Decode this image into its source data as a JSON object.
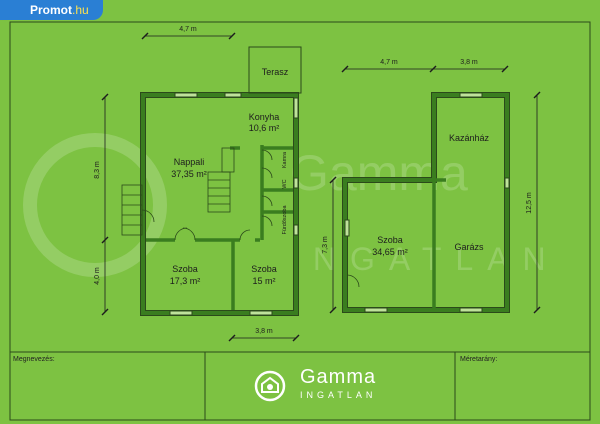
{
  "badge": {
    "main": "Promot",
    "suffix": ".hu"
  },
  "dimensions": {
    "top_left": "4,7 m",
    "top_right_a": "4,7 m",
    "top_right_b": "3,8 m",
    "left_upper": "8,3 m",
    "left_lower": "4,0 m",
    "bottom_center": "3,8 m",
    "right_mid": "7,3 m",
    "right_far": "12,5 m"
  },
  "rooms": {
    "terasz": "Terasz",
    "konyha": "Konyha",
    "konyha_area": "10,6 m²",
    "nappali": "Nappali",
    "nappali_area": "37,35 m²",
    "kamra": "Kamra",
    "wc": "WC",
    "furdoszoba": "Fürdőszoba",
    "szoba1": "Szoba",
    "szoba1_area": "17,3 m²",
    "szoba2": "Szoba",
    "szoba2_area": "15 m²",
    "kazanhaz": "Kazánház",
    "szoba3": "Szoba",
    "szoba3_area": "34,65 m²",
    "garazs": "Garázs"
  },
  "footer": {
    "megnevezes": "Megnevezés:",
    "meretarany": "Méretarány:",
    "logo_main": "Gamma",
    "logo_sub": "INGATLAN"
  },
  "colors": {
    "background": "#7dc242",
    "wall": "#3a7d1f",
    "badge": "#2a7fd4"
  }
}
